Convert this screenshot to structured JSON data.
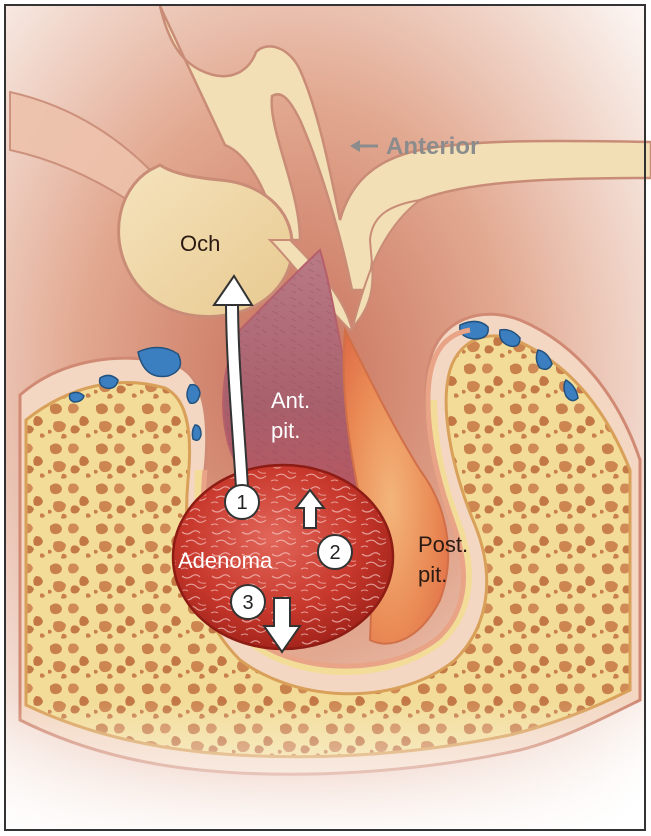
{
  "labels": {
    "anterior": "Anterior",
    "optic_chiasm": "Och",
    "anterior_pituitary_line1": "Ant.",
    "anterior_pituitary_line2": "pit.",
    "posterior_pituitary_line1": "Post.",
    "posterior_pituitary_line2": "pit.",
    "adenoma": "Adenoma"
  },
  "markers": [
    {
      "number": "1"
    },
    {
      "number": "2"
    },
    {
      "number": "3"
    }
  ],
  "colors": {
    "bone_fill": "#f2dc98",
    "bone_spot": "#c9814c",
    "tissue_pink": "#e7a58e",
    "adenoma_red": "#c4362a",
    "vessel_blue": "#3b7fc0",
    "anterior_gray": "#8c8c8c"
  },
  "icons": [
    "left-arrow-icon",
    "up-arrow-icon",
    "down-arrow-icon"
  ]
}
